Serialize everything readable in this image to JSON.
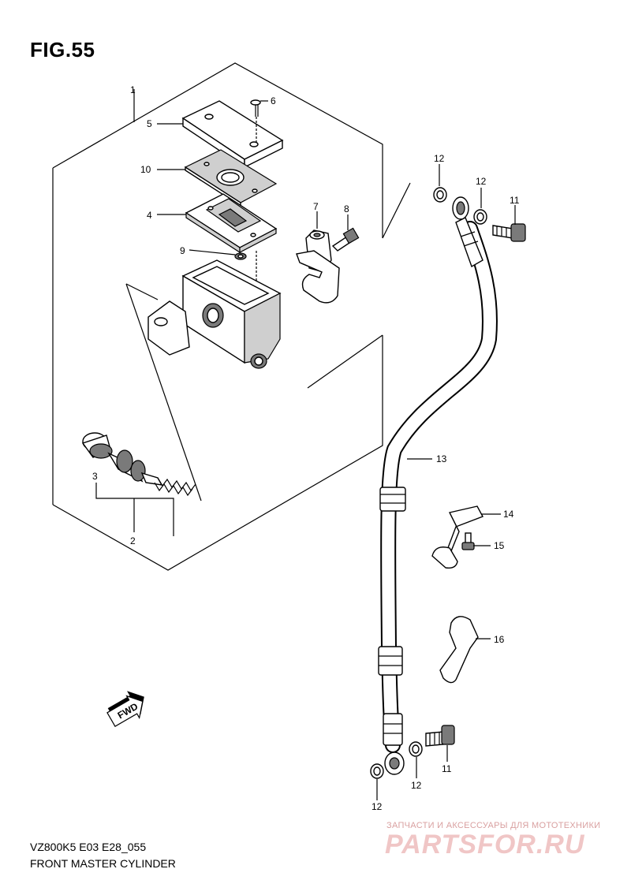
{
  "figure": {
    "title": "FIG.55",
    "model_code": "VZ800K5 E03 E28_055",
    "name": "FRONT MASTER CYLINDER"
  },
  "callouts": [
    {
      "id": "c1",
      "label": "1"
    },
    {
      "id": "c2",
      "label": "2"
    },
    {
      "id": "c3",
      "label": "3"
    },
    {
      "id": "c4",
      "label": "4"
    },
    {
      "id": "c5",
      "label": "5"
    },
    {
      "id": "c6",
      "label": "6"
    },
    {
      "id": "c7",
      "label": "7"
    },
    {
      "id": "c8",
      "label": "8"
    },
    {
      "id": "c9",
      "label": "9"
    },
    {
      "id": "c10",
      "label": "10"
    },
    {
      "id": "c11a",
      "label": "11"
    },
    {
      "id": "c11b",
      "label": "11"
    },
    {
      "id": "c12a",
      "label": "12"
    },
    {
      "id": "c12b",
      "label": "12"
    },
    {
      "id": "c12c",
      "label": "12"
    },
    {
      "id": "c12d",
      "label": "12"
    },
    {
      "id": "c13",
      "label": "13"
    },
    {
      "id": "c14",
      "label": "14"
    },
    {
      "id": "c15",
      "label": "15"
    },
    {
      "id": "c16",
      "label": "16"
    }
  ],
  "direction_marker": {
    "label": "FWD",
    "icon": "fwd-arrow-icon"
  },
  "watermark": {
    "tagline": "ЗАПЧАСТИ И АКСЕССУАРЫ ДЛЯ МОТОТЕХНИКИ",
    "logo_text": "PARTSFOR.RU",
    "color": "#f0c6c6"
  }
}
